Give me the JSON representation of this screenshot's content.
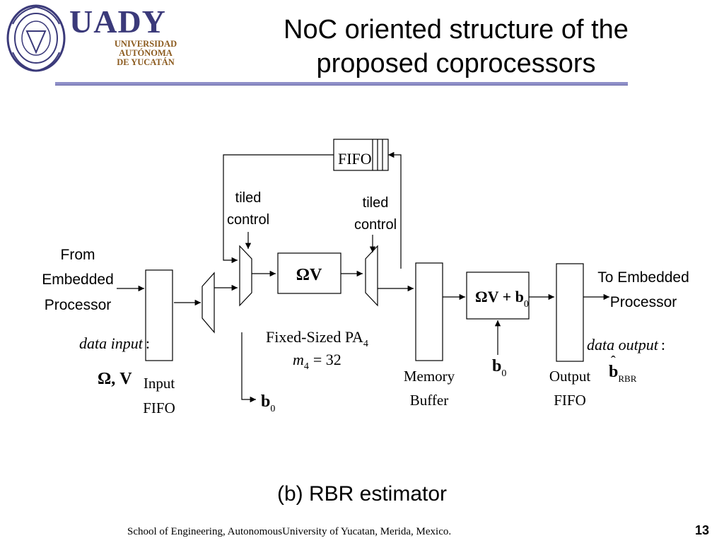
{
  "logo": {
    "wordmark": "UADY",
    "line1": "UNIVERSIDAD",
    "line2": "AUTÓNOMA",
    "line3": "DE YUCATÁN"
  },
  "title": {
    "line1": "NoC oriented structure of the",
    "line2": "proposed coprocessors"
  },
  "diagram": {
    "fifo_top": "FIFO",
    "tiled_left": [
      "tiled",
      "control"
    ],
    "tiled_right": [
      "tiled",
      "control"
    ],
    "from_processor": [
      "From",
      "Embedded",
      "Processor"
    ],
    "to_processor": [
      "To Embedded",
      "Processor"
    ],
    "data_input": "data input",
    "data_output": "data output",
    "colon": ":",
    "omega_v_input": "Ω, V",
    "input_fifo": [
      "Input",
      "FIFO"
    ],
    "omega_v_block": "ΩV",
    "fixed_sized": "Fixed-Sized PA",
    "fixed_sub": "4",
    "m4_var": "m",
    "m4_sub": "4",
    "m4_value": "= 32",
    "b0_left": "b",
    "b0_left_sub": "0",
    "memory_buffer": [
      "Memory",
      "Buffer"
    ],
    "omega_v_b0": "ΩV + b",
    "omega_v_b0_sub": "0",
    "b0_mid": "b",
    "b0_mid_sub": "0",
    "output_fifo": [
      "Output",
      "FIFO"
    ],
    "b_hat": "b",
    "b_hat_accent": "ˆ",
    "b_hat_sub": "RBR"
  },
  "caption": "(b) RBR estimator",
  "footer": "School of Engineering, AutonomousUniversity of Yucatan, Merida, Mexico.",
  "page_number": "13",
  "colors": {
    "logo_blue": "#3b3a7a",
    "logo_gold": "#8b5a1e",
    "title_rule": "#8e8fc8"
  }
}
